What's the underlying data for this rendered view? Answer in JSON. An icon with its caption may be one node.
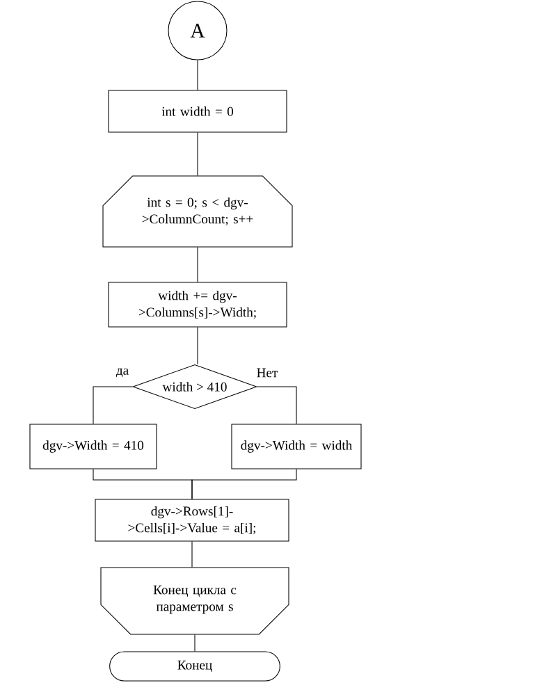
{
  "diagram": {
    "nodes": [
      {
        "text": [
          "A"
        ]
      },
      {
        "text": [
          "int width = 0"
        ]
      },
      {
        "text": [
          "int s = 0; s < dgv->ColumnCount; s++"
        ]
      },
      {
        "text": [
          "width += dgv->Columns[s]->Width;"
        ]
      },
      {
        "text": [
          "width > 410"
        ]
      },
      {
        "text": [
          "dgv->Width = 410"
        ]
      },
      {
        "text": [
          "dgv->Width = width"
        ]
      },
      {
        "text": [
          "dgv->Rows[1]->Cells[i]->Value = a[i];"
        ]
      },
      {
        "text": [
          "Конец цикла с параметром s"
        ]
      },
      {
        "text": [
          "Конец"
        ]
      }
    ],
    "edges": [
      {
        "from": 0,
        "to": 1,
        "arrow": "none"
      },
      {
        "from": 1,
        "to": 2,
        "arrow": "none"
      },
      {
        "from": 2,
        "to": 3,
        "arrow": "none"
      },
      {
        "from": 3,
        "to": 4,
        "arrow": "none"
      },
      {
        "from": 4,
        "to": 5,
        "arrow": "none",
        "label": "да"
      },
      {
        "from": 4,
        "to": 6,
        "arrow": "none",
        "label": "Нет"
      },
      {
        "from": 5,
        "to": 7,
        "arrow": "none"
      },
      {
        "from": 6,
        "to": 7,
        "arrow": "none"
      },
      {
        "from": 7,
        "to": 8,
        "arrow": "none"
      },
      {
        "from": 8,
        "to": 9,
        "arrow": "none"
      }
    ]
  }
}
